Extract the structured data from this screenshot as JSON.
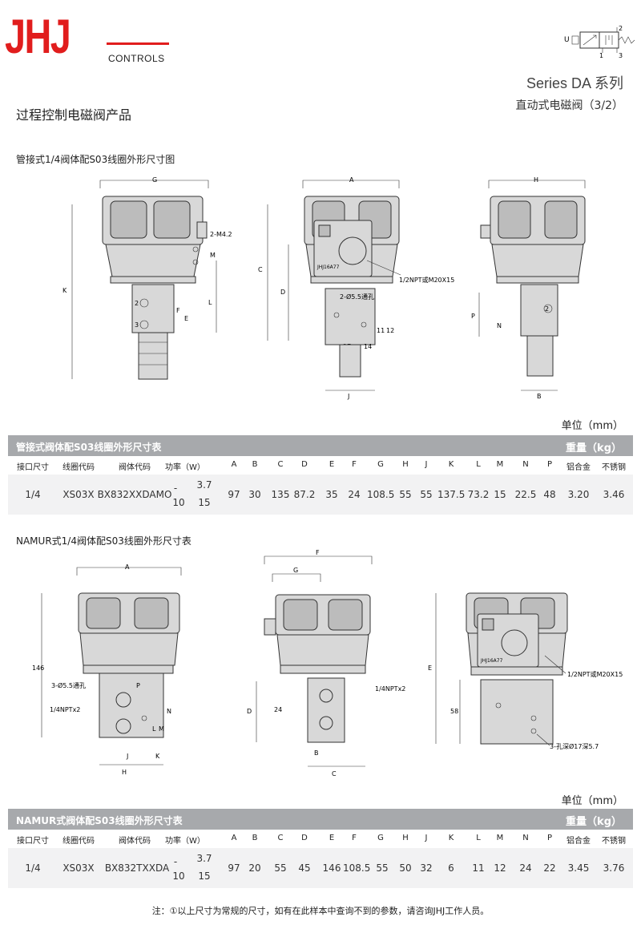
{
  "header": {
    "logo_text": "JHJ",
    "logo_subtitle": "CONTROLS",
    "category_title": "过程控制电磁阀产品",
    "series_title": "Series DA 系列",
    "series_subtitle": "直动式电磁阀（3/2）",
    "symbol_labels": {
      "u": "U",
      "p2": "2",
      "p1": "1",
      "p3": "3"
    }
  },
  "section1": {
    "figure_title": "管接式1/4阀体配S03线圈外形尺寸图",
    "labels": {
      "G": "G",
      "K": "K",
      "M42": "2-M4.2",
      "M": "M",
      "L": "L",
      "F": "F",
      "E": "E",
      "A": "A",
      "C": "C",
      "D": "D",
      "hole55": "2-Ø5.5通孔",
      "npt": "1/2NPT或M20X15",
      "n11": "11",
      "n12": "12",
      "n27": "27",
      "n14": "14",
      "J": "J",
      "H": "H",
      "P": "P",
      "N": "N",
      "B": "B",
      "nameplate": "JHJ16A77",
      "port2": "2",
      "port3": "3"
    },
    "unit_label": "单位（mm）",
    "table_title": "管接式阀体配S03线圈外形尺寸表",
    "weight_label": "重量（kg）",
    "columns": [
      "接口尺寸",
      "线圈代码",
      "阀体代码",
      "功率（W）",
      "A",
      "B",
      "C",
      "D",
      "E",
      "F",
      "G",
      "H",
      "J",
      "K",
      "L",
      "M",
      "N",
      "P",
      "铝合金",
      "不锈钢"
    ],
    "row": {
      "size": "1/4",
      "coil": "XS03X",
      "body": "BX832XXDAMO",
      "power_a": "-",
      "power_b": "3.7",
      "power_c": "10",
      "power_d": "15",
      "A": "97",
      "B": "30",
      "C": "135",
      "D": "87.2",
      "E": "35",
      "F": "24",
      "G": "108.5",
      "H": "55",
      "J": "55",
      "K": "137.5",
      "L": "73.2",
      "M": "15",
      "N": "22.5",
      "P": "48",
      "al": "3.20",
      "ss": "3.46"
    }
  },
  "section2": {
    "figure_title": "NAMUR式1/4阀体配S03线圈外形尺寸表",
    "labels": {
      "A": "A",
      "n146": "146",
      "hole55": "3-Ø5.5通孔",
      "npt2": "1/4NPTx2",
      "P": "P",
      "N": "N",
      "M": "M",
      "L": "L",
      "J": "J",
      "K": "K",
      "H": "H",
      "F": "F",
      "G": "G",
      "D": "D",
      "n24": "24",
      "npt2b": "1/4NPTx2",
      "B": "B",
      "C": "C",
      "E": "E",
      "npt": "1/2NPT或M20X15",
      "n58": "58",
      "thread": "3-孔深Ø17深5.7",
      "nameplate": "JHJ16A77"
    },
    "unit_label": "单位（mm）",
    "table_title": "NAMUR式阀体配S03线圈外形尺寸表",
    "weight_label": "重量（kg）",
    "columns": [
      "接口尺寸",
      "线圈代码",
      "阀体代码",
      "功率（W）",
      "A",
      "B",
      "C",
      "D",
      "E",
      "F",
      "G",
      "H",
      "J",
      "K",
      "L",
      "M",
      "N",
      "P",
      "铝合金",
      "不锈钢"
    ],
    "row": {
      "size": "1/4",
      "coil": "XS03X",
      "body": "BX832TXXDA",
      "power_a": "-",
      "power_b": "3.7",
      "power_c": "10",
      "power_d": "15",
      "A": "97",
      "B": "20",
      "C": "55",
      "D": "45",
      "E": "146",
      "F": "108.5",
      "G": "55",
      "H": "50",
      "J": "32",
      "K": "6",
      "L": "11",
      "M": "12",
      "N": "24",
      "P": "22",
      "al": "3.45",
      "ss": "3.76"
    }
  },
  "footer_note": "注：①以上尺寸为常规的尺寸，如有在此样本中查询不到的参数，请咨询JHJ工作人员。"
}
